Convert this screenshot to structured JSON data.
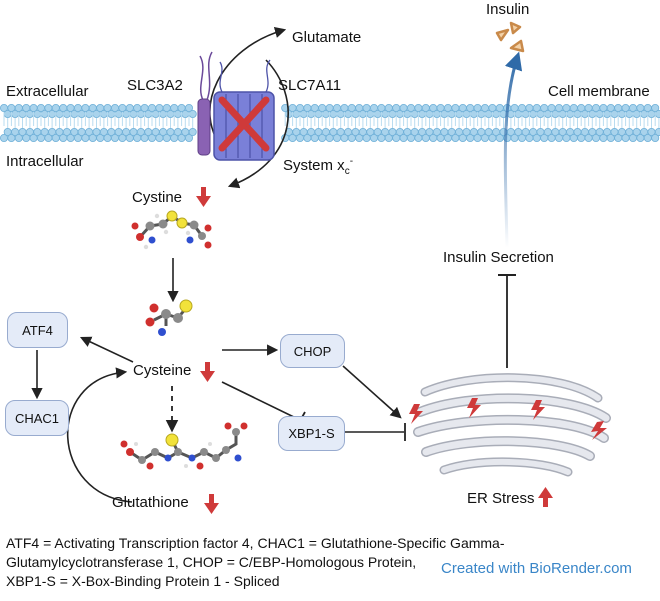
{
  "labels": {
    "insulin": "Insulin",
    "glutamate": "Glutamate",
    "extracellular": "Extracellular",
    "slc3a2": "SLC3A2",
    "slc7a11": "SLC7A11",
    "cell_membrane": "Cell membrane",
    "intracellular": "Intracellular",
    "system_xc": "System x",
    "system_xc_sub": "c",
    "system_xc_sup": "-",
    "cystine": "Cystine",
    "cysteine": "Cysteine",
    "glutathione": "Glutathione",
    "insulin_secretion": "Insulin Secretion",
    "er_stress": "ER Stress"
  },
  "boxes": {
    "atf4": "ATF4",
    "chac1": "CHAC1",
    "chop": "CHOP",
    "xbp1s": "XBP1-S"
  },
  "legend": {
    "line1": "ATF4 = Activating Transcription factor 4, CHAC1 = Glutathione-Specific Gamma-",
    "line2": "Glutamylcyclotransferase 1, CHOP = C/EBP-Homologous Protein,",
    "line3": "XBP1-S = X-Box-Binding Protein 1 -  Spliced"
  },
  "credit": "Created with BioRender.com",
  "colors": {
    "membrane_head": "#a9d3ec",
    "membrane_head_stroke": "#6fb0d8",
    "transporter": "#7a80d8",
    "slc3a2": "#8a62b3",
    "red": "#cf3a3a",
    "arrow": "#222222",
    "insulin_arrow": "#2f6aa8",
    "insulin_granule": "#c98a4a",
    "box_fill": "#e4ebf8",
    "er_fill": "#dde0e8",
    "credit": "#3a86c8"
  }
}
